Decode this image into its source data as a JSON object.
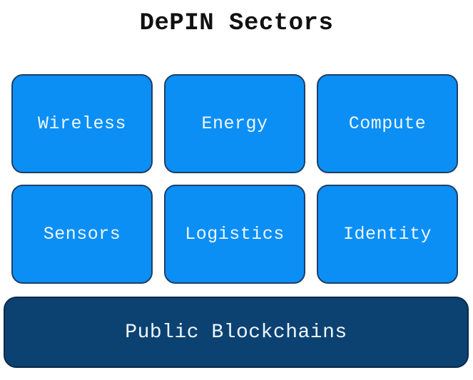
{
  "title": "DePIN Sectors",
  "colors": {
    "sector_tile": "#0b8ff5",
    "foundation": "#0c4271",
    "text_light": "#eef6ff",
    "title_text": "#111111"
  },
  "sectors": [
    {
      "label": "Wireless"
    },
    {
      "label": "Energy"
    },
    {
      "label": "Compute"
    },
    {
      "label": "Sensors"
    },
    {
      "label": "Logistics"
    },
    {
      "label": "Identity"
    }
  ],
  "foundation": {
    "label": "Public Blockchains"
  }
}
